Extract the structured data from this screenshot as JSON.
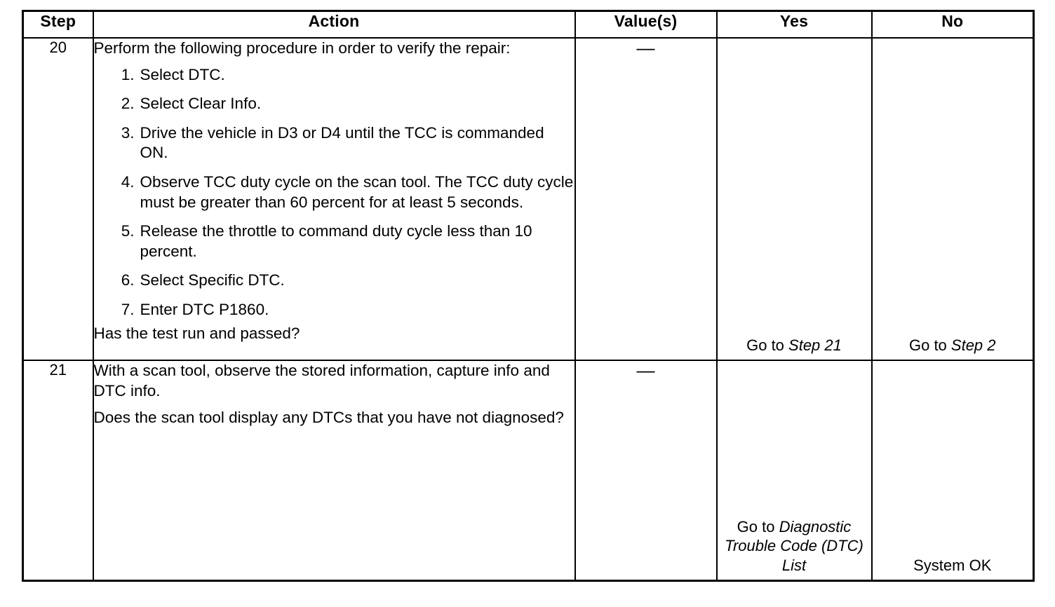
{
  "document": {
    "type": "diagnostic-procedure-table"
  },
  "table": {
    "headers": {
      "step": "Step",
      "action": "Action",
      "values": "Value(s)",
      "yes": "Yes",
      "no": "No"
    },
    "rows": [
      {
        "step": "20",
        "intro": "Perform the following procedure in order to verify the repair:",
        "list": [
          "Select DTC.",
          "Select Clear Info.",
          "Drive the vehicle in D3 or D4 until the TCC is commanded ON.",
          "Observe TCC duty cycle on the scan tool. The TCC duty cycle must be greater than 60 percent for at least 5 seconds.",
          "Release the throttle to command duty cycle less than 10 percent.",
          "Select Specific DTC.",
          "Enter DTC P1860."
        ],
        "question": "Has the test run and passed?",
        "value": "—",
        "yes_prefix": "Go to ",
        "yes_ref": "Step 21",
        "no_prefix": "Go to ",
        "no_ref": "Step 2"
      },
      {
        "step": "21",
        "intro": "With a scan tool, observe the stored information, capture info and DTC info.",
        "list": [],
        "question": "Does the scan tool display any DTCs that you have not diagnosed?",
        "value": "—",
        "yes_prefix": "Go to ",
        "yes_ref": "Diagnostic Trouble Code (DTC) List",
        "no_prefix": "",
        "no_ref": "System OK"
      }
    ]
  },
  "colors": {
    "ink": "#000000",
    "paper": "#ffffff"
  }
}
